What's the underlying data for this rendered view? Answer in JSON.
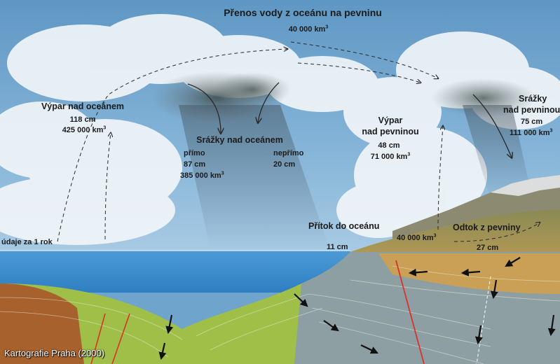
{
  "diagram": {
    "title": "Přenos vody z oceánu na pevninu",
    "title_value": "40 000 km",
    "title_value_sup": "3",
    "evap_ocean": {
      "head": "Výpar nad oceánem",
      "depth": "118 cm",
      "volume": "425 000 km",
      "sup": "3"
    },
    "precip_ocean": {
      "head": "Srážky nad oceánem",
      "direct_label": "přímo",
      "direct_depth": "87 cm",
      "direct_volume": "385 000 km",
      "sup": "3",
      "indirect_label": "nepřímo",
      "indirect_depth": "20 cm"
    },
    "evap_land": {
      "head_line1": "Výpar",
      "head_line2": "nad pevninou",
      "depth": "48 cm",
      "volume": "71 000 km",
      "sup": "3"
    },
    "precip_land": {
      "head_line1": "Srážky",
      "head_line2": "nad pevninou",
      "depth": "75 cm",
      "volume": "111 000 km",
      "sup": "3"
    },
    "inflow": {
      "head": "Přítok do oceánu",
      "depth": "11 cm"
    },
    "runoff": {
      "head": "Odtok z pevniny",
      "volume": "40 000 km",
      "sup": "3",
      "depth": "27 cm"
    },
    "annual_note": "údaje za 1 rok",
    "credit": "Kartografie Praha (2000)"
  },
  "colors": {
    "sky": "#6fa4cc",
    "cloud": "#f2f6fa",
    "ocean": "#3f8fd0",
    "ocean_floor": "#a3c14a",
    "land": "#c9a85a",
    "strata_gray": "#8d9ca0",
    "arrow": "#000000",
    "fault": "#d8342a"
  }
}
